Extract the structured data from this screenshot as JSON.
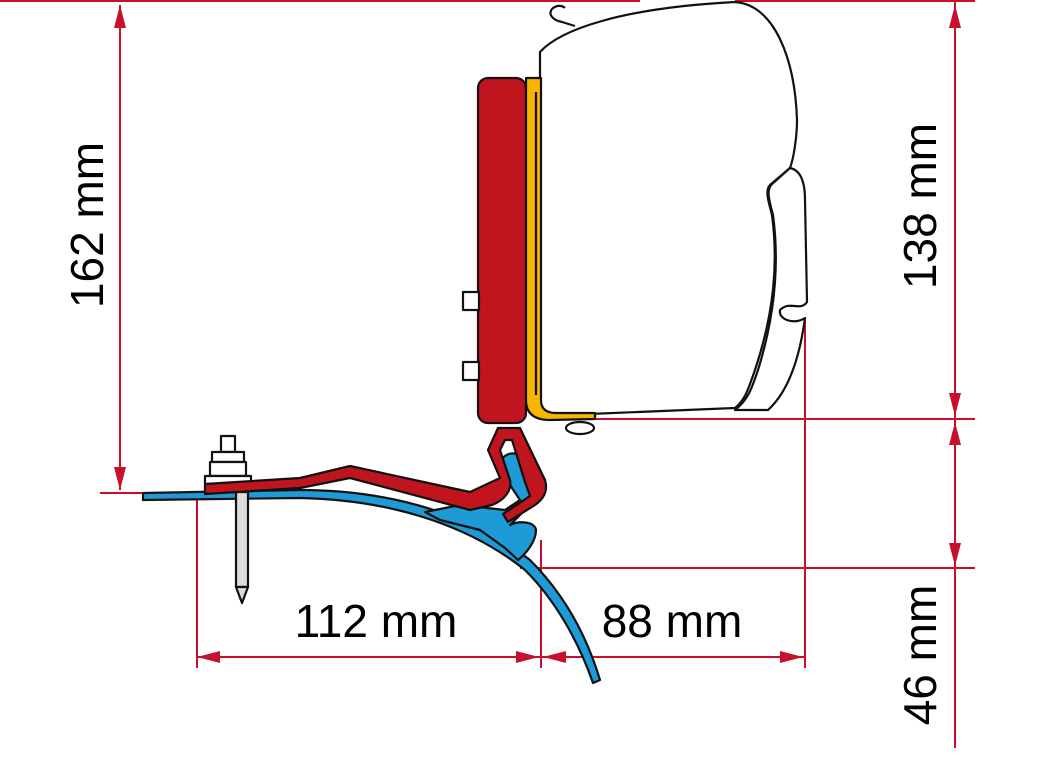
{
  "title": "Awning mounting bracket dimensions",
  "dimensions": {
    "total_height": "162 mm",
    "awning_height": "138 mm",
    "bracket_height": "46 mm",
    "bracket_width": "112 mm",
    "awning_depth": "88 mm"
  },
  "colors": {
    "dimension_lines": "#c8102e",
    "mounting_plate": "#c0141f",
    "adapter_strip": "#f7b500",
    "clip": "#1e9ad6",
    "roof_profile": "#1e9ad6"
  }
}
